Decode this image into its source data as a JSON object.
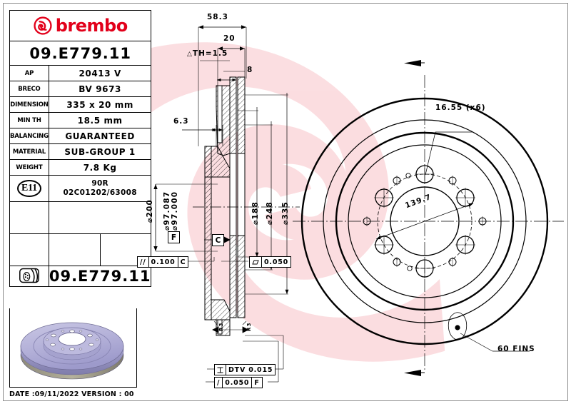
{
  "brand": {
    "name": "brembo",
    "color": "#e2001a",
    "logo_icon": "brembo-infinity-icon"
  },
  "part_code": "09.E779.11",
  "part_code_secondary": "09.E779.11",
  "spec_table": {
    "rows": [
      {
        "label": "AP",
        "value": "20413 V"
      },
      {
        "label": "BRECO",
        "value": "BV 9673"
      },
      {
        "label": "DIMENSION",
        "value": "335 x 20 mm"
      },
      {
        "label": "MIN TH",
        "value": "18.5 mm"
      },
      {
        "label": "BALANCING",
        "value": "GUARANTEED"
      },
      {
        "label": "MATERIAL",
        "value": "SUB-GROUP 1"
      },
      {
        "label": "WEIGHT",
        "value": "7.8 Kg"
      }
    ],
    "approval": {
      "mark": "E11",
      "line1": "90R",
      "line2": "02C01202/63008"
    }
  },
  "footer": {
    "date_version": "DATE :09/11/2022 VERSION :  00"
  },
  "section_view": {
    "dim_overall_width": "58.3",
    "dim_hat_width": "20",
    "dim_th_tol": "TH=1.5",
    "dim_vane_offset": "8",
    "dim_hub_thickness": "6.3",
    "dia_200": "200",
    "dia_97087": "97.087",
    "dia_97000": "97.000",
    "dia_188": "188",
    "dia_248": "248",
    "dia_335": "335",
    "datum_f": "F",
    "datum_c": "C",
    "fcf_parallel": {
      "symbol": "//",
      "value": "0.100",
      "datum": "C"
    },
    "fcf_flatness": {
      "symbol": "flatness",
      "value": "0.050"
    },
    "fcf_dtv": {
      "symbol": "DTV",
      "value": "DTV 0.015"
    },
    "fcf_runout": {
      "symbol": "/",
      "value": "0.050",
      "datum": "F"
    },
    "radius_left": "R3",
    "radius_right": "R3"
  },
  "face_view": {
    "hole_callout": "16.55 (x6)",
    "bolt_circle": "139.7",
    "fins_callout": "60 FINS",
    "section_arrow_top": "section-arrow-left-icon",
    "section_arrow_bottom": "section-arrow-left-icon"
  },
  "thumbnail": {
    "alt": "brake-disc-3d-render"
  },
  "chart_data": {
    "type": "table",
    "title": "Brembo brake disc 09.E779.11 technical drawing",
    "categories": [
      "AP",
      "BRECO",
      "DIMENSION",
      "MIN TH",
      "BALANCING",
      "MATERIAL",
      "WEIGHT"
    ],
    "values": [
      "20413 V",
      "BV 9673",
      "335 x 20 mm",
      "18.5 mm",
      "GUARANTEED",
      "SUB-GROUP 1",
      "7.8 Kg"
    ]
  }
}
